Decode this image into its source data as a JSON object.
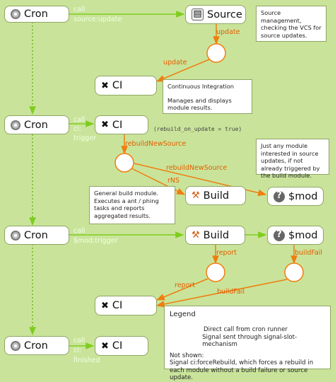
{
  "nodes": {
    "cron_1": "Cron",
    "cron_2": "Cron",
    "cron_3": "Cron",
    "cron_4": "Cron",
    "source": "Source",
    "ci_1": "CI",
    "ci_2": "CI",
    "ci_3": "CI",
    "ci_4": "CI",
    "build_1": "Build",
    "build_2": "Build",
    "mod_1": "$mod",
    "mod_2": "$mod"
  },
  "notes": {
    "source": "Source management, checking the VCS for source updates.",
    "ci_line1": "Continuous Integration",
    "ci_line2": "Manages and displays module results.",
    "mod": "Just any module interested in source updates, if not already triggered by the build module.",
    "build": "General build module. Executes a ant / phing tasks and reports aggregated results."
  },
  "labels": {
    "call_1a": "call",
    "call_1b": "source:update",
    "update_1": "update",
    "update_2": "update",
    "call_2a": "call",
    "call_2b": "ci:",
    "call_2c": "trigger",
    "rebuild_on_update": "(rebuild_on_update = true)",
    "rebuildNewSource_1": "rebuildNewSource",
    "rebuildNewSource_2": "rebuildNewSource",
    "rns": "rNS",
    "call_3a": "call",
    "call_3b": "$mod:trigger",
    "report_1": "report",
    "report_2": "report",
    "buildFail_1": "buildFail",
    "buildFail_2": "buildFail",
    "call_4a": "call",
    "call_4b": "ci:",
    "call_4c": "finished"
  },
  "legend": {
    "title": "Legend",
    "direct": "Direct call from cron runner",
    "signal": "Signal sent through signal-slot-mechanism",
    "not_shown_title": "Not shown:",
    "not_shown_text": "Signal ci:forceRebuild, which forces a rebuild in each module without a build failure or source update."
  },
  "colors": {
    "background": "#c9e49a",
    "direct_call": "#7fcc1f",
    "signal": "#f07d10",
    "node_border": "#8fa665"
  },
  "icons": {
    "cron": "cron-clock-icon",
    "source": "source-vcs-icon",
    "ci": "ci-tools-icon",
    "build": "build-hammer-icon",
    "mod": "module-question-icon"
  }
}
